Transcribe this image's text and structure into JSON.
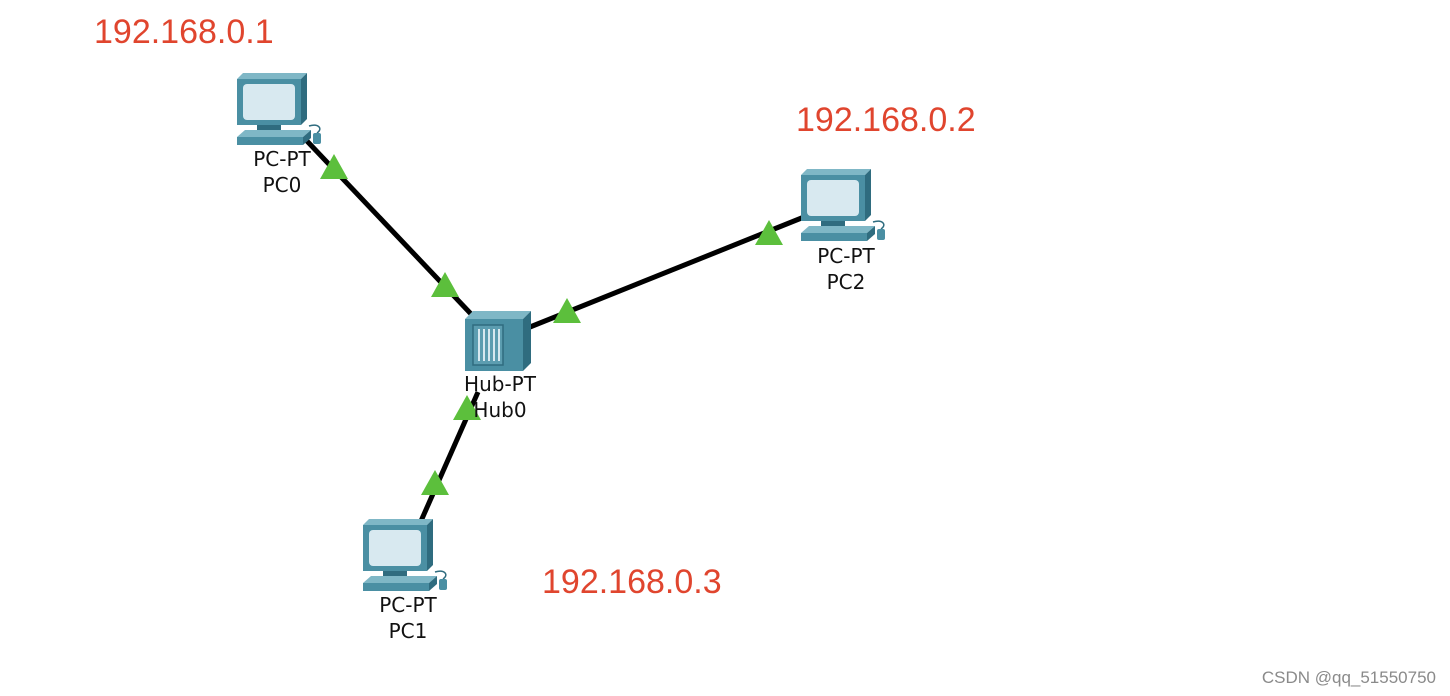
{
  "colors": {
    "ip_text": "#e0452e",
    "link": "#000000",
    "link_status": "#5cbf3c",
    "device_body": "#4a8fa3",
    "device_dark": "#2f6c7f",
    "device_light": "#7fb7c6",
    "screen": "#d8e9f0"
  },
  "ip_addresses": {
    "pc0": "192.168.0.1",
    "pc2": "192.168.0.2",
    "pc1": "192.168.0.3"
  },
  "devices": {
    "pc0": {
      "model": "PC-PT",
      "name": "PC0",
      "icon": "pc-icon"
    },
    "pc1": {
      "model": "PC-PT",
      "name": "PC1",
      "icon": "pc-icon"
    },
    "pc2": {
      "model": "PC-PT",
      "name": "PC2",
      "icon": "pc-icon"
    },
    "hub0": {
      "model": "Hub-PT",
      "name": "Hub0",
      "icon": "hub-icon"
    }
  },
  "links": [
    {
      "from": "pc0",
      "to": "hub0",
      "status": "up"
    },
    {
      "from": "pc2",
      "to": "hub0",
      "status": "up"
    },
    {
      "from": "pc1",
      "to": "hub0",
      "status": "up"
    }
  ],
  "watermark": "CSDN @qq_51550750"
}
